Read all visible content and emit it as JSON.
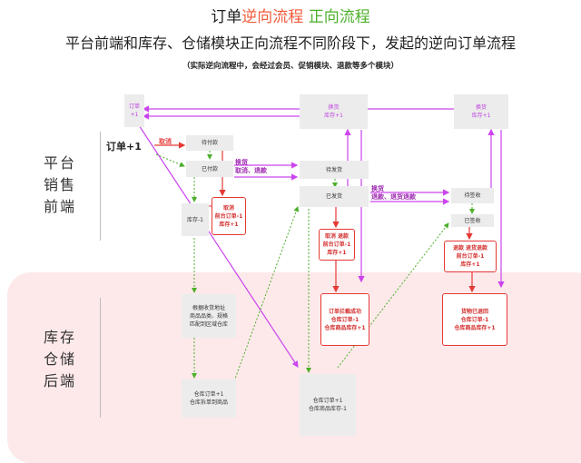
{
  "title": {
    "part1": "订单",
    "part2": "逆向流程",
    "part3": "正向流程"
  },
  "subtitle": "平台前端和库存、仓储模块正向流程不同阶段下，发起的逆向订单流程",
  "note": "（实际逆向流程中，会经过会员、促销模块、退款等多个模块）",
  "sections": {
    "frontend": "平台\n销售\n前端",
    "backend": "库存\n仓储\n后端"
  },
  "nodes": {
    "order_plus": "订单\n+1",
    "exchange_top1": "换货\n库存+1",
    "exchange_top2": "换货\n库存+1",
    "pending_pay": "待付款",
    "paid": "已付款",
    "stock_minus": "库存-1",
    "pending_ship": "待发货",
    "shipped": "已发货",
    "pending_receive": "待签收",
    "received": "已签收",
    "match_wh": "根据收货地址\n商品品类、规格\n匹配到区域仓库",
    "wh_order": "仓库订单+1\n仓库拆单到商品",
    "wh_goods": "仓库订单+1\n仓库商品库存-1"
  },
  "redboxes": {
    "cancel1": "取消\n前台订单-1\n库存+1",
    "cancel2": "取消 退款\n前台订单-1\n库存+1",
    "refund": "退款 退货退款\n前台订单-1\n库存+1",
    "intercept": "订单拦截成功\n仓库订单-1\n仓库商品库存+1",
    "returned": "货物已退回\n仓库订单-1\n仓库商品库存+1"
  },
  "labels": {
    "order_big": "订单+1",
    "cancel": "取消",
    "exchange_refund": "换货\n取消、退款",
    "exchange_refund2": "换货\n退款、退货退款"
  },
  "colors": {
    "forward": "#4caf2a",
    "reverse_red": "#e53935",
    "reverse_purple": "#cc44ee",
    "backend_bg": "#fde9ea"
  }
}
